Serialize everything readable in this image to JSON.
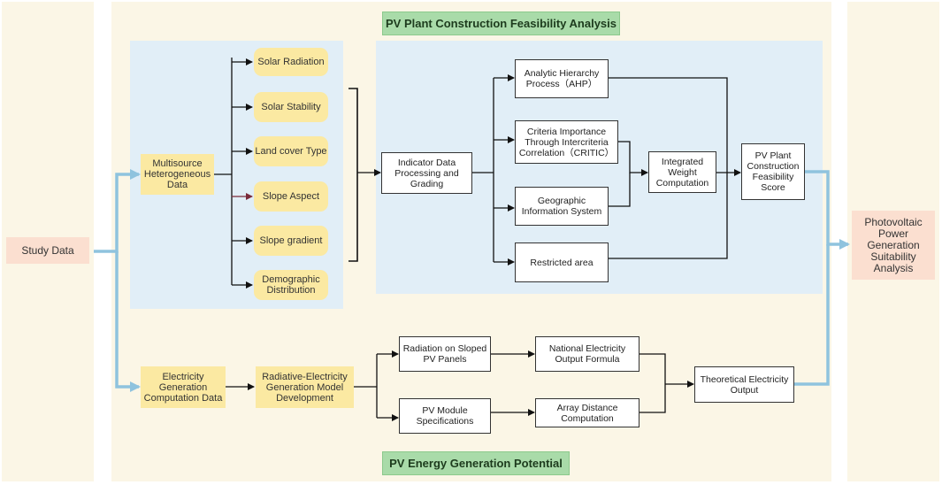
{
  "titles": {
    "feasibility": "PV Plant Construction Feasibility Analysis",
    "generation": "PV Energy Generation Potential"
  },
  "study_data": "Study Data",
  "multisource": "Multisource Heterogeneous Data",
  "factors": [
    "Solar Radiation",
    "Solar Stability",
    "Land cover Type",
    "Slope Aspect",
    "Slope gradient",
    "Demographic Distribution"
  ],
  "indicator": "Indicator Data Processing and Grading",
  "methods": {
    "ahp": "Analytic Hierarchy Process（AHP）",
    "critic": "Criteria Importance Through Intercriteria Correlation（CRITIC）",
    "gis": "Geographic Information System",
    "restricted": "Restricted area"
  },
  "integrated": "Integrated Weight Computation",
  "score": "PV Plant Construction Feasibility Score",
  "suitability": "Photovoltaic Power Generation Suitability Analysis",
  "electricity_data": "Electricity Generation Computation Data",
  "model": "Radiative-Electricity Generation Model Development",
  "radiation_sloped": "Radiation on Sloped PV Panels",
  "module_specs": "PV Module Specifications",
  "national_formula": "National Electricity Output Formula",
  "array_distance": "Array Distance Computation",
  "theoretical": "Theoretical Electricity Output",
  "colors": {
    "flow_arrow": "#8fc3de",
    "yellow_box": "#fbe9a2",
    "green_title": "#a9dba9",
    "pink_box": "#fbdfd0",
    "blue_zone": "#e1eef7",
    "panel": "#fbf6e6"
  }
}
